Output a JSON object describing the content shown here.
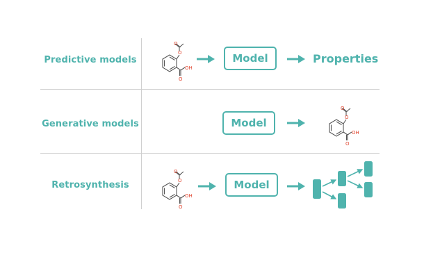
{
  "rows": [
    {
      "label": "Predictive models"
    },
    {
      "label": "Generative models"
    },
    {
      "label": "Retrosynthesis"
    }
  ],
  "model_label": "Model",
  "properties_label": "Properties",
  "molecule_labels": {
    "oh": "OH",
    "o": "O"
  },
  "colors": {
    "accent": "#4fb3ad",
    "divider": "#cfcfcf",
    "atom_o": "#e0452f",
    "bond": "#555555"
  }
}
